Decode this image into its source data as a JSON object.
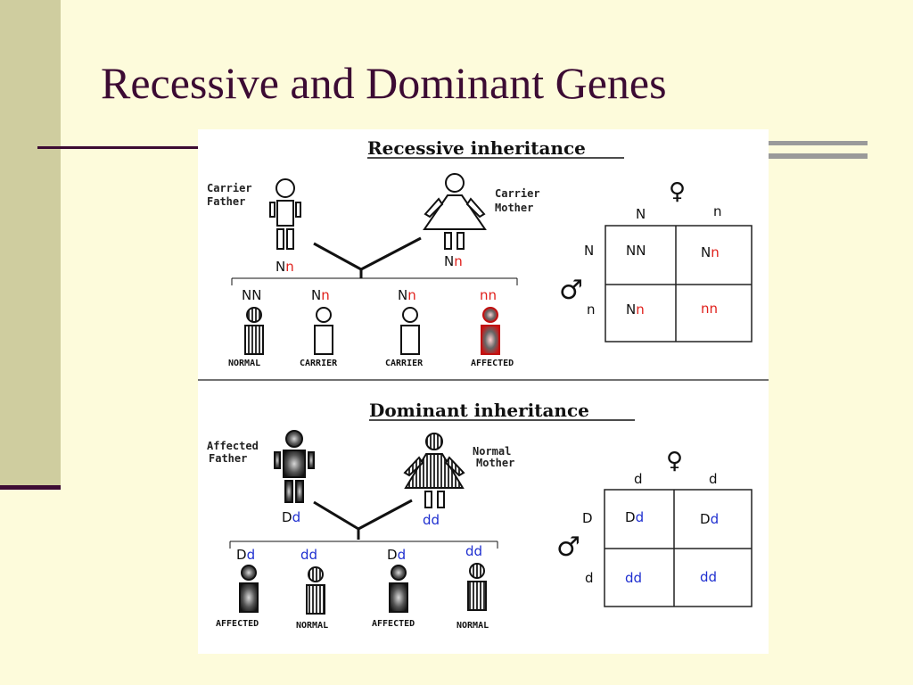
{
  "slide": {
    "title": "Recessive and Dominant Genes"
  },
  "recessive": {
    "heading": "Recessive inheritance",
    "father_label_1": "Carrier",
    "father_label_2": "Father",
    "mother_label_1": "Carrier",
    "mother_label_2": "Mother",
    "father_genotype": [
      "N",
      "n"
    ],
    "mother_genotype": [
      "N",
      "n"
    ],
    "children": [
      {
        "genotype": [
          "N",
          "N"
        ],
        "status": "NORMAL"
      },
      {
        "genotype": [
          "N",
          "n"
        ],
        "status": "CARRIER"
      },
      {
        "genotype": [
          "N",
          "n"
        ],
        "status": "CARRIER"
      },
      {
        "genotype": [
          "n",
          "n"
        ],
        "status": "AFFECTED"
      }
    ],
    "punnett": {
      "female_symbol": "♀",
      "male_symbol": "♂",
      "col_headers": [
        "N",
        "n"
      ],
      "row_headers": [
        "N",
        "n"
      ],
      "cells": [
        [
          [
            "N",
            "N"
          ],
          [
            "N",
            "n"
          ]
        ],
        [
          [
            "N",
            "n"
          ],
          [
            "n",
            "n"
          ]
        ]
      ]
    }
  },
  "dominant": {
    "heading": "Dominant inheritance",
    "father_label_1": "Affected",
    "father_label_2": "Father",
    "mother_label_1": "Normal",
    "mother_label_2": "Mother",
    "father_genotype": [
      "D",
      "d"
    ],
    "mother_genotype": [
      "d",
      "d"
    ],
    "children": [
      {
        "genotype": [
          "D",
          "d"
        ],
        "status": "AFFECTED"
      },
      {
        "genotype": [
          "d",
          "d"
        ],
        "status": "NORMAL"
      },
      {
        "genotype": [
          "D",
          "d"
        ],
        "status": "AFFECTED"
      },
      {
        "genotype": [
          "d",
          "d"
        ],
        "status": "NORMAL"
      }
    ],
    "punnett": {
      "female_symbol": "♀",
      "male_symbol": "♂",
      "col_headers": [
        "d",
        "d"
      ],
      "row_headers": [
        "D",
        "d"
      ],
      "cells": [
        [
          [
            "D",
            "d"
          ],
          [
            "D",
            "d"
          ]
        ],
        [
          [
            "d",
            "d"
          ],
          [
            "d",
            "d"
          ]
        ]
      ]
    }
  },
  "colors": {
    "title": "#3c0b33",
    "sidebar": "#cfcd9f",
    "background": "#fdfbdb",
    "recessive_allele": "#e0201b",
    "dominant_minor_allele": "#1f2fd0",
    "rule_gray": "#9a9a9a"
  }
}
